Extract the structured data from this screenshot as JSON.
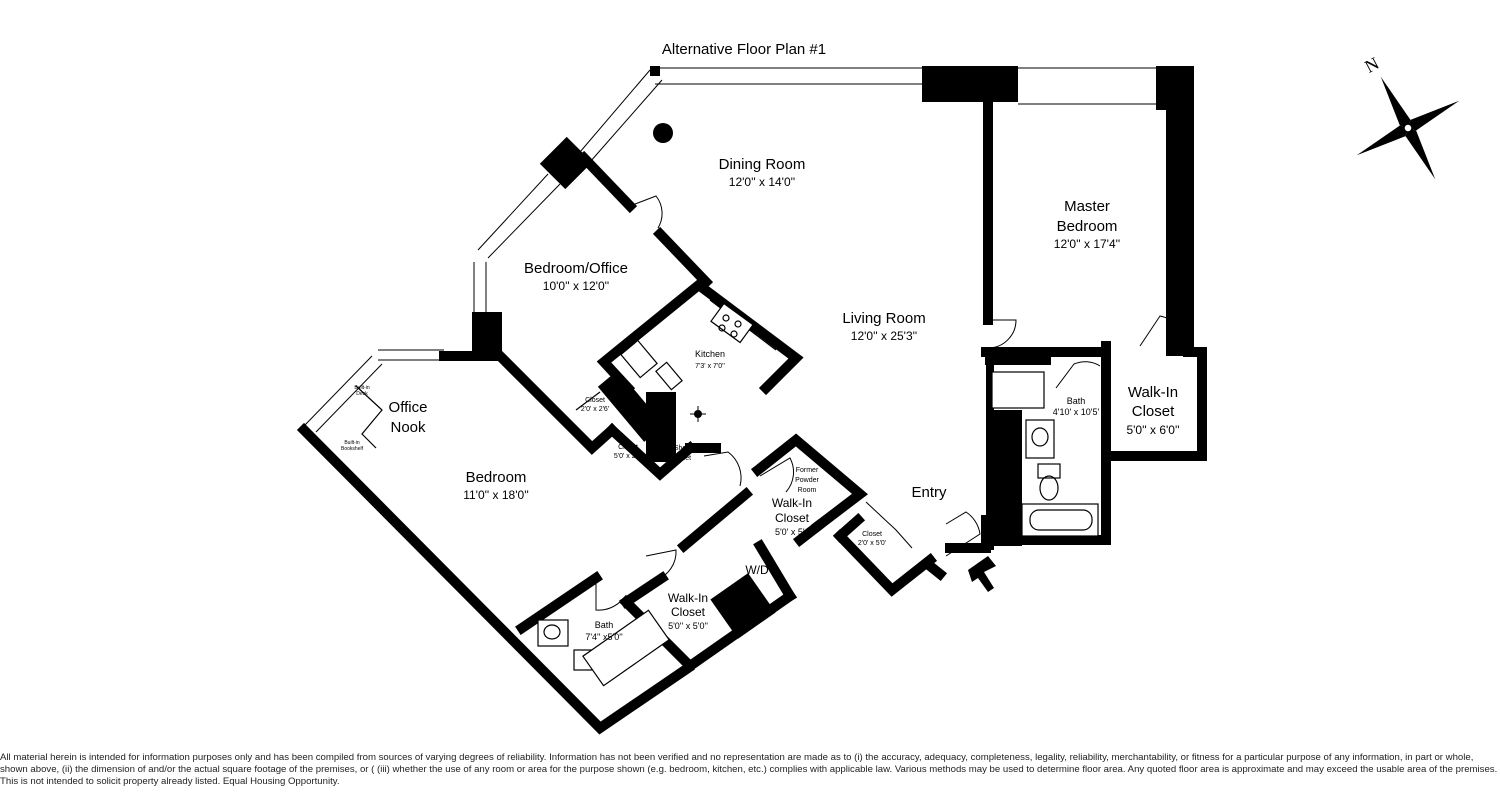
{
  "title": "Alternative Floor Plan #1",
  "compass_label": "N",
  "rooms": {
    "dining": {
      "name": "Dining Room",
      "dims": "12'0'' x 14'0''"
    },
    "master": {
      "name1": "Master",
      "name2": "Bedroom",
      "dims": "12'0'' x 17'4''"
    },
    "office": {
      "name": "Bedroom/Office",
      "dims": "10'0'' x 12'0''"
    },
    "living": {
      "name": "Living Room",
      "dims": "12'0'' x 25'3''"
    },
    "kitchen": {
      "name": "Kitchen",
      "dims": "7'3' x 7'0''"
    },
    "nook": {
      "name1": "Office",
      "name2": "Nook"
    },
    "bedroom": {
      "name": "Bedroom",
      "dims": "11'0'' x 18'0''"
    },
    "closet_a": {
      "name": "Closet",
      "dims": "2'0' x 2'6'"
    },
    "closet_b": {
      "name": "Closet",
      "dims": "5'0' x 2'3'"
    },
    "shoe": {
      "name1": "Shoe",
      "name2": "closet"
    },
    "powder": {
      "name1": "Former",
      "name2": "Powder",
      "name3": "Room"
    },
    "wic_center": {
      "name1": "Walk-In",
      "name2": "Closet",
      "dims": "5'0' x 5'0''"
    },
    "wd": {
      "name": "W/D"
    },
    "wic_lower": {
      "name1": "Walk-In",
      "name2": "Closet",
      "dims": "5'0'' x 5'0''"
    },
    "bath_lower": {
      "name": "Bath",
      "dims": "7'4'' x5'0''"
    },
    "entry": {
      "name": "Entry"
    },
    "closet_entry": {
      "name": "Closet",
      "dims": "2'0' x 5'0'"
    },
    "bath_master": {
      "name": "Bath",
      "dims": "4'10' x 10'5'"
    },
    "wic_master": {
      "name1": "Walk-In",
      "name2": "Closet",
      "dims": "5'0'' x 6'0''"
    },
    "builtin_desk": {
      "name1": "Built-in",
      "name2": "Desk"
    },
    "builtin_bookshelf": {
      "name1": "Built-in",
      "name2": "Bookshelf"
    }
  },
  "disclaimer": "All material herein is intended for information purposes only and has been compiled from sources of varying degrees of reliability. Information has not been verified and no representation are made as to (i) the accuracy, adequacy, completeness, legality, reliability, merchantability, or fitness for a particular purpose of any information, in part or whole, shown above, (ii) the dimension of and/or the actual square footage of the premises, or ( (iii) whether the use of any room or area for the purpose shown (e.g. bedroom, kitchen, etc.) complies with applicable law. Various methods may be used to determine floor area. Any quoted floor area is approximate and may exceed the usable area of the premises. This is not intended to solicit property already listed. Equal Housing Opportunity."
}
